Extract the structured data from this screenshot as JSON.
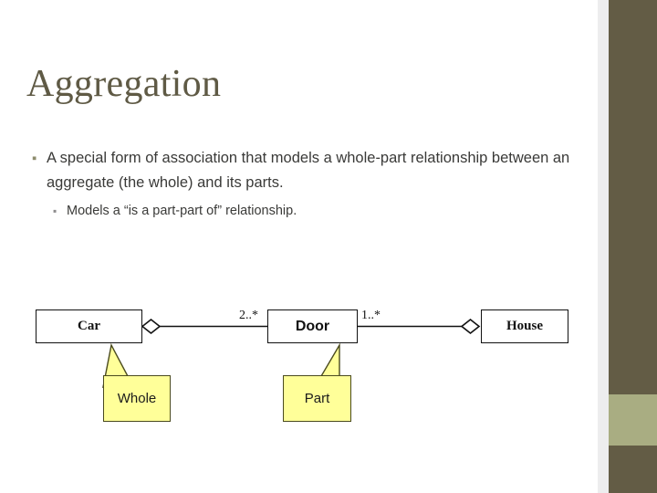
{
  "slide": {
    "title": "Aggregation",
    "background_color": "#ffffff",
    "title_color": "#5f5a45",
    "accent_dark": "#635c45",
    "accent_sage": "#a9ad82",
    "gutter_color": "#ededee"
  },
  "body": {
    "bullets": [
      {
        "level": 1,
        "marker": "▪",
        "text": "A special form of association that models a whole-part relationship between an aggregate (the whole) and its parts."
      },
      {
        "level": 2,
        "marker": "▪",
        "text": "Models a “is a part-part of” relationship."
      }
    ]
  },
  "diagram": {
    "type": "uml-class-aggregation",
    "classes": [
      {
        "id": "car",
        "label": "Car",
        "font": "serif"
      },
      {
        "id": "door",
        "label": "Door",
        "font": "sans"
      },
      {
        "id": "house",
        "label": "House",
        "font": "serif"
      }
    ],
    "associations": [
      {
        "id": "car-door",
        "aggregate": "Car",
        "part": "Door",
        "diamond_end": "Car",
        "multiplicity": "2..*",
        "multiplicity_near": "Door"
      },
      {
        "id": "door-house",
        "aggregate": "House",
        "part": "Door",
        "diamond_end": "House",
        "multiplicity": "1..*",
        "multiplicity_near": "Door"
      }
    ],
    "callouts": [
      {
        "id": "whole",
        "label": "Whole",
        "points_to": "Car",
        "fill": "#ffff99"
      },
      {
        "id": "part",
        "label": "Part",
        "points_to": "Door",
        "fill": "#ffff99"
      }
    ]
  }
}
